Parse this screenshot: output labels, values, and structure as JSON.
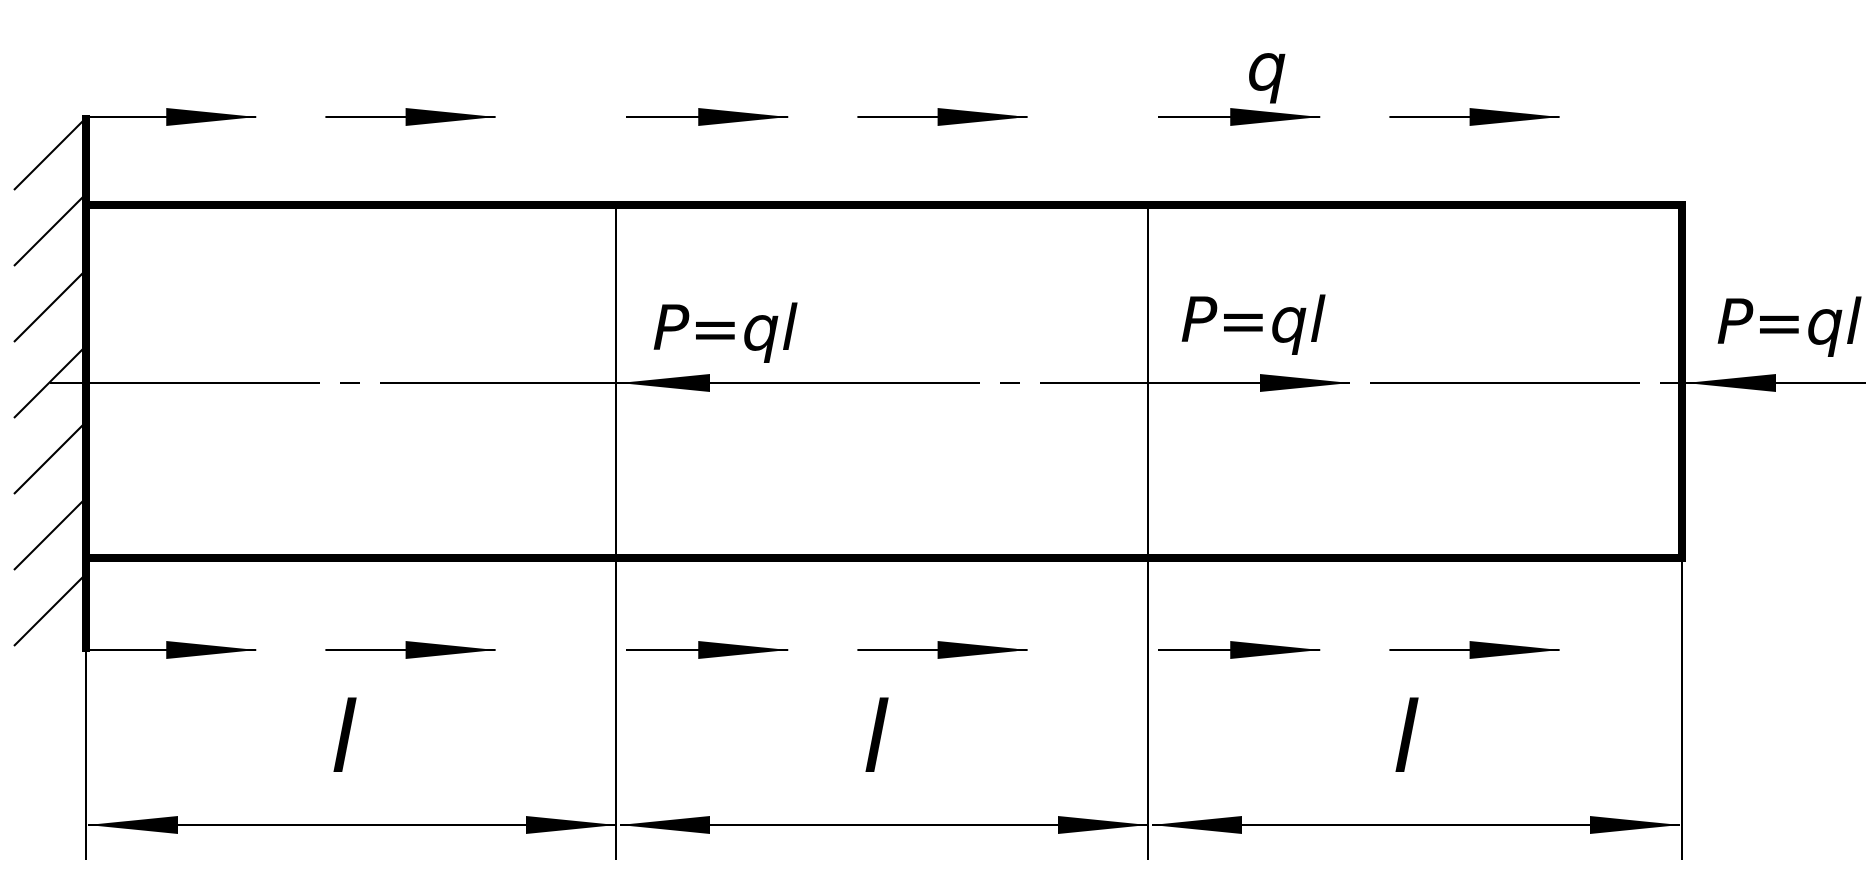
{
  "diagram": {
    "segment_count": 3,
    "labels": {
      "distributed_load": "q",
      "force_1": "P=ql",
      "force_2": "P=ql",
      "force_3": "P=ql",
      "segment_length_1": "l",
      "segment_length_2": "l",
      "segment_length_3": "l"
    },
    "colors": {
      "line": "#000000",
      "background": "#ffffff"
    }
  }
}
